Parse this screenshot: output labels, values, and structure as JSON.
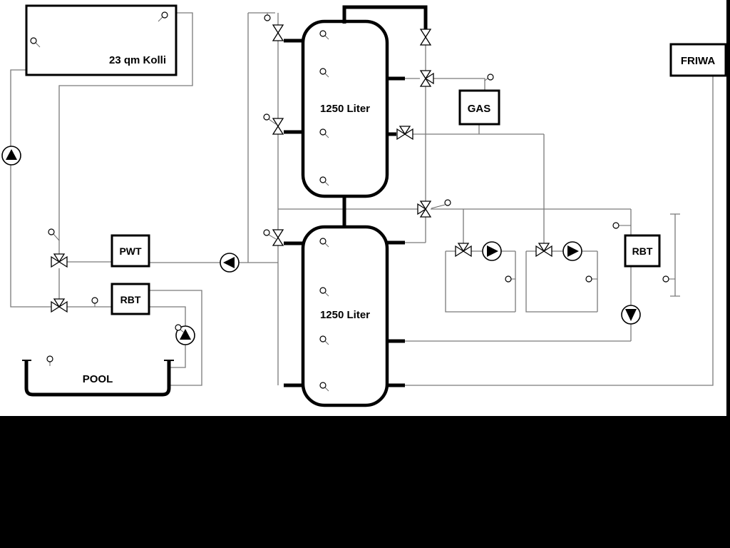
{
  "labels": {
    "collector": "23 qm Kolli",
    "buffer_tank_top": "1250 Liter",
    "buffer_tank_bottom": "1250 Liter",
    "gas_boiler": "GAS",
    "friwa": "FRIWA",
    "pwt": "PWT",
    "rbt_left": "RBT",
    "rbt_right": "RBT",
    "pool": "POOL"
  },
  "colors": {
    "pipe": "#7a7a7a",
    "component_outline": "#000000",
    "background": "#ffffff",
    "mask": "#000000"
  }
}
